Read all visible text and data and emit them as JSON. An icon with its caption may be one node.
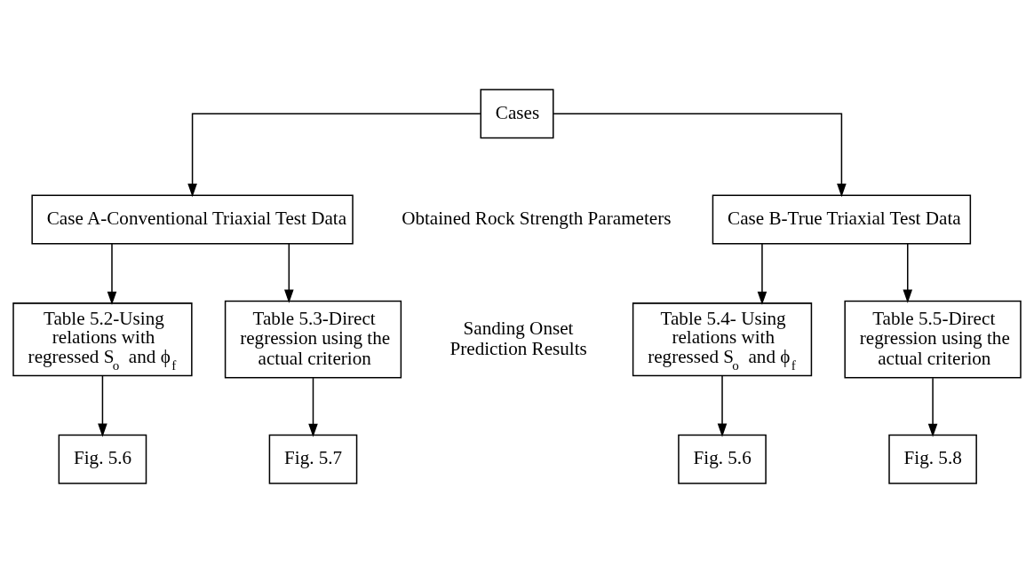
{
  "diagram": {
    "nodes": [
      {
        "text": [
          "Cases"
        ]
      },
      {
        "text": [
          "Case A-Conventional Triaxial Test Data"
        ]
      },
      {
        "text": [
          "Case B-True Triaxial Test Data"
        ]
      },
      {
        "text": [
          "Table 5.2-Using relations with regressed S$_{o}$ and ϕ$_{f}$"
        ]
      },
      {
        "text": [
          "Table 5.3-Direct regression using the actual criterion"
        ]
      },
      {
        "text": [
          "Table 5.4- Using relations with regressed S$_{o}$ and ϕ$_{f}$"
        ]
      },
      {
        "text": [
          "Table 5.5-Direct regression using the actual criterion"
        ]
      },
      {
        "text": [
          "Fig. 5.6"
        ]
      },
      {
        "text": [
          "Fig. 5.7"
        ]
      },
      {
        "text": [
          "Fig. 5.6"
        ]
      },
      {
        "text": [
          "Fig. 5.8"
        ]
      }
    ],
    "edges": [
      {
        "from": 0,
        "to": 1,
        "arrow": "to"
      },
      {
        "from": 0,
        "to": 2,
        "arrow": "to"
      },
      {
        "from": 1,
        "to": 3,
        "arrow": "to"
      },
      {
        "from": 1,
        "to": 4,
        "arrow": "to"
      },
      {
        "from": 2,
        "to": 5,
        "arrow": "to"
      },
      {
        "from": 2,
        "to": 6,
        "arrow": "to"
      },
      {
        "from": 3,
        "to": 7,
        "arrow": "to"
      },
      {
        "from": 4,
        "to": 8,
        "arrow": "to"
      },
      {
        "from": 5,
        "to": 9,
        "arrow": "to"
      },
      {
        "from": 6,
        "to": 10,
        "arrow": "to"
      }
    ],
    "labels": [
      "Obtained Rock Strength Parameters",
      "Sanding Onset Prediction Results"
    ]
  }
}
